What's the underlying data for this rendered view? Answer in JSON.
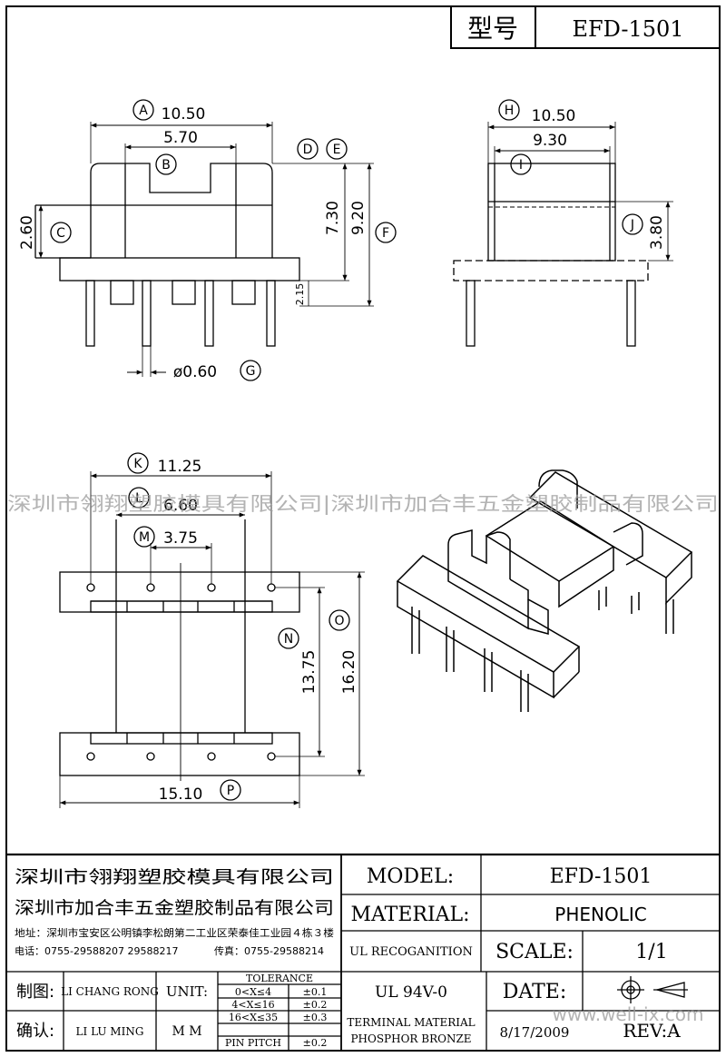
{
  "header": {
    "type_label": "型号",
    "model": "EFD-1501"
  },
  "front_view": {
    "dims": {
      "A": "10.50",
      "B": "5.70",
      "C": "2.60",
      "D_val": "7.30",
      "E_val": "9.20",
      "pin_offset": "2.15",
      "G": "ø0.60"
    },
    "letters": {
      "A": "A",
      "B": "B",
      "C": "C",
      "D": "D",
      "E": "E",
      "F": "F",
      "G": "G"
    }
  },
  "side_view": {
    "dims": {
      "H": "10.50",
      "I": "9.30",
      "J": "3.80"
    },
    "letters": {
      "H": "H",
      "I": "I",
      "J": "J"
    }
  },
  "top_view": {
    "dims": {
      "K": "11.25",
      "L": "6.60",
      "M": "3.75",
      "N": "13.75",
      "O": "16.20",
      "P": "15.10"
    },
    "letters": {
      "K": "K",
      "L": "L",
      "M": "M",
      "N": "N",
      "O": "O",
      "P": "P"
    }
  },
  "watermark": {
    "center": "深圳市翎翔塑胶模具有限公司|深圳市加合丰五金塑胶制品有限公司",
    "bottom": "www.well-ix.com"
  },
  "title_block": {
    "company1": "深圳市翎翔塑胶模具有限公司",
    "company2": "深圳市加合丰五金塑胶制品有限公司",
    "address": "地址：深圳市宝安区公明镇李松朗第二工业区荣泰佳工业园４栋３楼",
    "phone": "电话：0755-29588207  29588217",
    "fax": "传真：0755-29588214",
    "model_label": "MODEL:",
    "model_value": "EFD-1501",
    "material_label": "MATERIAL:",
    "material_value": "PHENOLIC",
    "ul_label": "UL RECOGANITION",
    "ul_value": "UL 94V-0",
    "scale_label": "SCALE:",
    "scale_value": "1/1",
    "date_label": "DATE:",
    "date_value": "8/17/2009",
    "rev_label": "REV:A",
    "drawn_label": "制图:",
    "drawn_name": "LI CHANG RONG",
    "check_label": "确认:",
    "check_name": "LI LU MING",
    "unit_label": "UNIT:",
    "unit_value": "M M",
    "tolerance_title": "TOLERANCE",
    "tolerances": [
      {
        "range": "0<X≤4",
        "value": "±0.1"
      },
      {
        "range": "4<X≤16",
        "value": "±0.2"
      },
      {
        "range": "16<X≤35",
        "value": "±0.3"
      },
      {
        "range": "PIN PITCH",
        "value": "±0.2"
      }
    ],
    "terminal_label": "TERMINAL MATERIAL",
    "terminal_value": "PHOSPHOR  BRONZE"
  }
}
